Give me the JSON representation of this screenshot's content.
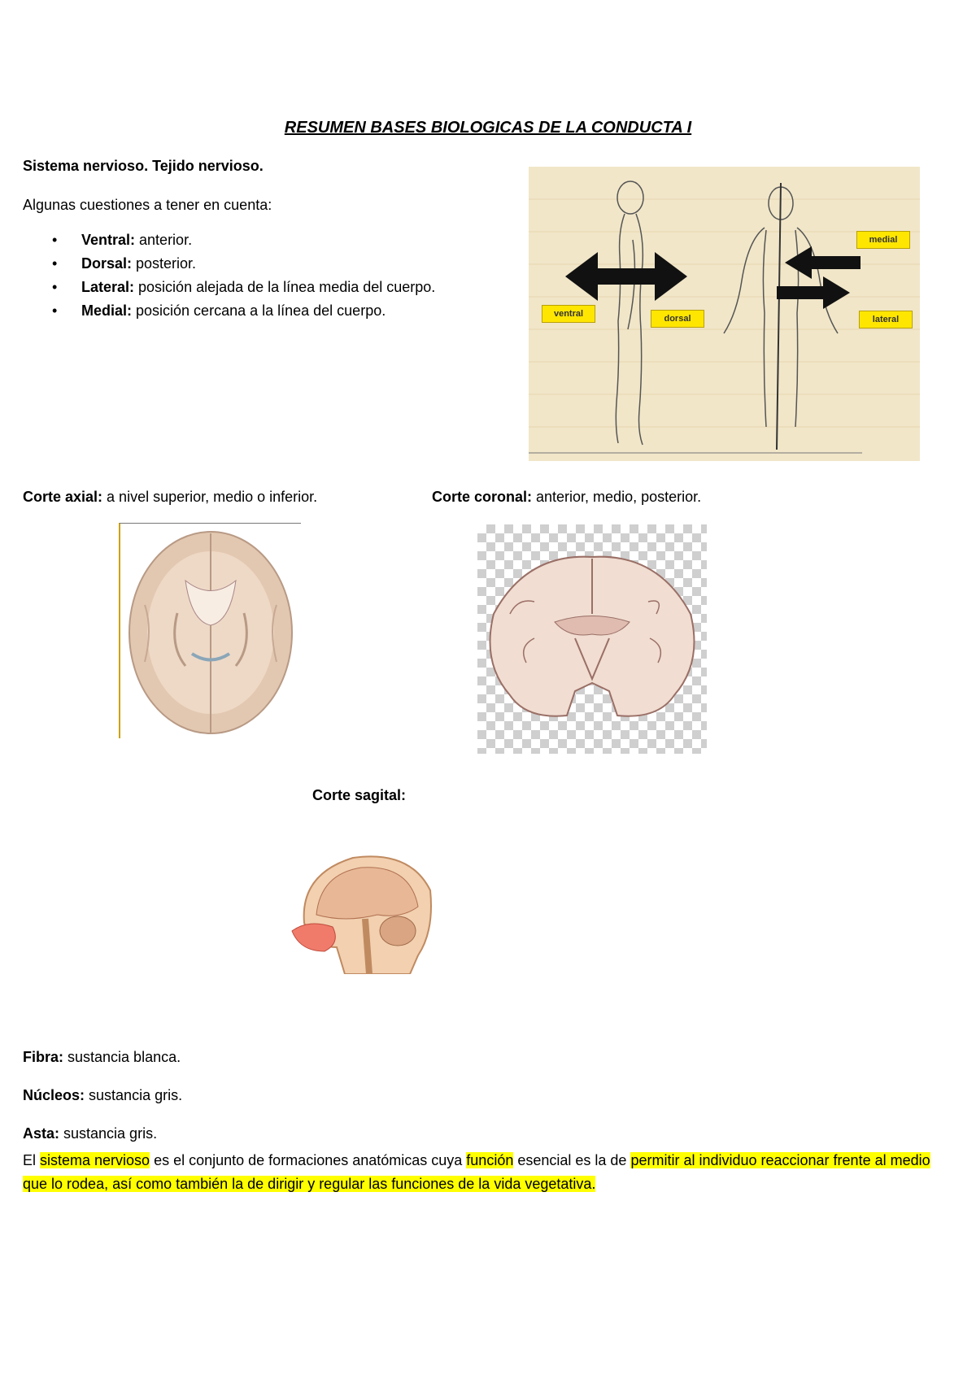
{
  "title": "RESUMEN BASES BIOLOGICAS DE LA CONDUCTA I",
  "section_heading": "Sistema nervioso. Tejido nervioso.",
  "intro": "Algunas cuestiones a tener en cuenta:",
  "terms": [
    {
      "term": "Ventral:",
      "def": " anterior."
    },
    {
      "term": "Dorsal:",
      "def": " posterior."
    },
    {
      "term": "Lateral:",
      "def": " posición alejada de la línea media del cuerpo."
    },
    {
      "term": "Medial:",
      "def": " posición cercana a la línea del cuerpo."
    }
  ],
  "bullet_char": "•",
  "body_figure": {
    "labels": {
      "ventral": "ventral",
      "dorsal": "dorsal",
      "medial": "medial",
      "lateral": "lateral"
    }
  },
  "cuts": {
    "axial": {
      "label": "Corte axial:",
      "desc": " a nivel superior, medio o inferior."
    },
    "coronal": {
      "label": "Corte coronal:",
      "desc": " anterior, medio, posterior."
    },
    "sagittal": {
      "label": "Corte sagital:"
    }
  },
  "defs": [
    {
      "term": "Fibra:",
      "def": " sustancia blanca."
    },
    {
      "term": "Núcleos:",
      "def": " sustancia gris."
    },
    {
      "term": "Asta:",
      "def": " sustancia gris."
    }
  ],
  "paragraph": {
    "p1": "El ",
    "h1": "sistema nervioso",
    "p2": " es el conjunto de formaciones anatómicas cuya ",
    "h2": "función",
    "p3": " esencial es la de ",
    "h3": "permitir al individuo reaccionar frente al medio que lo rodea, así como también la de dirigir y regular las funciones de la vida vegetativa."
  },
  "colors": {
    "highlight": "#ffff00",
    "figure_bg": "#f1e6c8",
    "label_yellow": "#ffe600",
    "brain_tissue": "#e8cdb9"
  }
}
